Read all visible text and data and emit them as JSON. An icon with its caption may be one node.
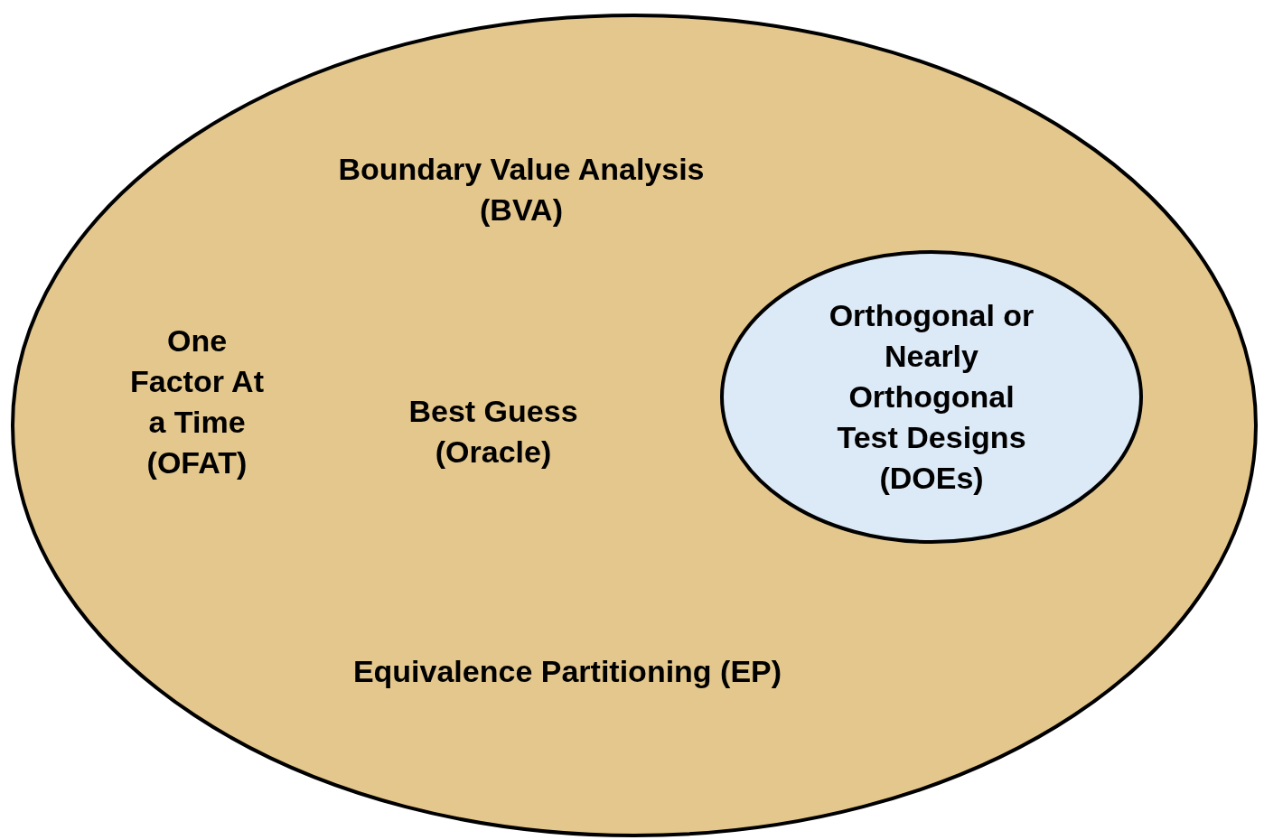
{
  "diagram": {
    "nodes": [
      {
        "text": [
          "Boundary Value Analysis (BVA)",
          "One Factor At a Time (OFAT)",
          "Best Guess (Oracle)",
          "Equivalence Partitioning (EP)"
        ]
      },
      {
        "text": [
          "Orthogonal or Nearly Orthogonal Test Designs (DOEs)"
        ],
        "in": 0
      }
    ],
    "edges": []
  }
}
